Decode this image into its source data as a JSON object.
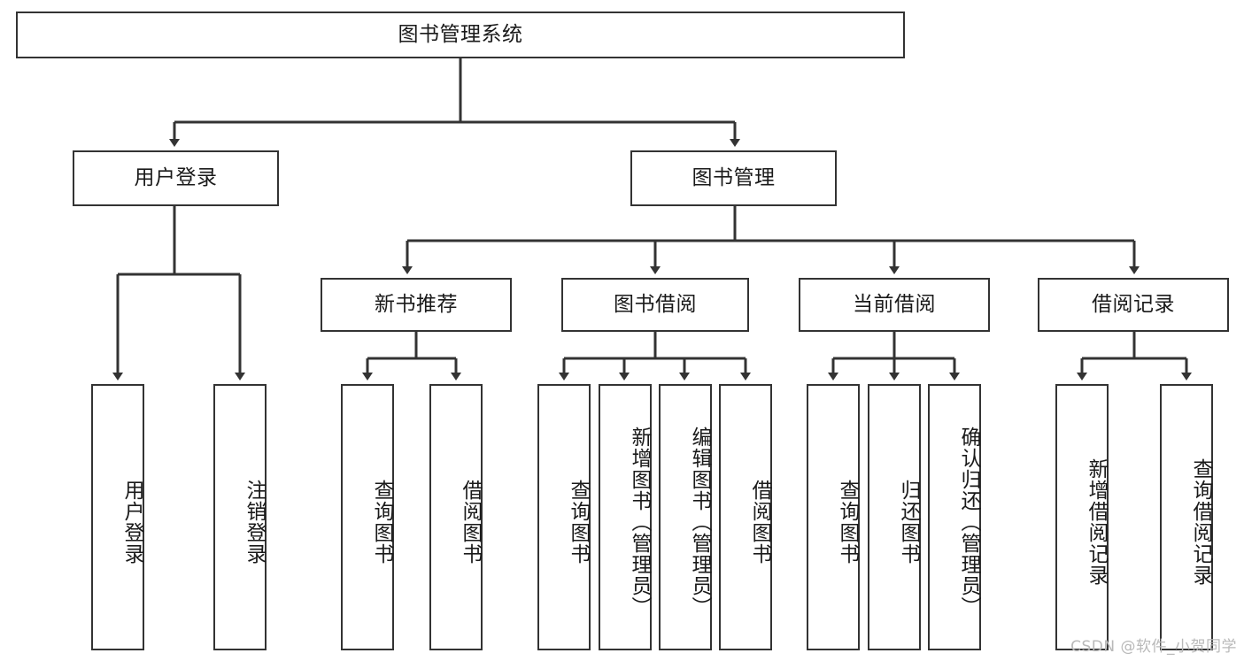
{
  "diagram": {
    "type": "tree",
    "title": "图书管理系统",
    "watermark": "CSDN @软件_小贺同学",
    "colors": {
      "background": "#ffffff",
      "node_border": "#333333",
      "node_fill": "#ffffff",
      "edge": "#333333",
      "text": "#1a1a1a",
      "watermark": "#b9b9b9"
    },
    "root": {
      "id": "root",
      "label": "图书管理系统",
      "orientation": "horizontal"
    },
    "level2": [
      {
        "id": "user-login",
        "label": "用户登录",
        "orientation": "horizontal"
      },
      {
        "id": "book-management",
        "label": "图书管理",
        "orientation": "horizontal"
      }
    ],
    "level3": [
      {
        "id": "new-book-recommend",
        "label": "新书推荐",
        "orientation": "horizontal",
        "parent": "book-management"
      },
      {
        "id": "book-borrow",
        "label": "图书借阅",
        "orientation": "horizontal",
        "parent": "book-management"
      },
      {
        "id": "current-borrow",
        "label": "当前借阅",
        "orientation": "horizontal",
        "parent": "book-management"
      },
      {
        "id": "borrow-record",
        "label": "借阅记录",
        "orientation": "horizontal",
        "parent": "book-management"
      }
    ],
    "leaves": [
      {
        "id": "leaf-user-login",
        "label": "用户登录",
        "orientation": "vertical",
        "parent": "user-login"
      },
      {
        "id": "leaf-logout",
        "label": "注销登录",
        "orientation": "vertical",
        "parent": "user-login"
      },
      {
        "id": "leaf-query-book-1",
        "label": "查询图书",
        "orientation": "vertical",
        "parent": "new-book-recommend"
      },
      {
        "id": "leaf-borrow-book-1",
        "label": "借阅图书",
        "orientation": "vertical",
        "parent": "new-book-recommend"
      },
      {
        "id": "leaf-query-book-2",
        "label": "查询图书",
        "orientation": "vertical",
        "parent": "book-borrow"
      },
      {
        "id": "leaf-add-book",
        "label": "新增图书（管理员）",
        "orientation": "vertical",
        "parent": "book-borrow"
      },
      {
        "id": "leaf-edit-book",
        "label": "编辑图书（管理员）",
        "orientation": "vertical",
        "parent": "book-borrow"
      },
      {
        "id": "leaf-borrow-book-2",
        "label": "借阅图书",
        "orientation": "vertical",
        "parent": "book-borrow"
      },
      {
        "id": "leaf-query-book-3",
        "label": "查询图书",
        "orientation": "vertical",
        "parent": "current-borrow"
      },
      {
        "id": "leaf-return-book",
        "label": "归还图书",
        "orientation": "vertical",
        "parent": "current-borrow"
      },
      {
        "id": "leaf-confirm-return",
        "label": "确认归还（管理员）",
        "orientation": "vertical",
        "parent": "current-borrow"
      },
      {
        "id": "leaf-add-record",
        "label": "新增借阅记录",
        "orientation": "vertical",
        "parent": "borrow-record"
      },
      {
        "id": "leaf-query-record",
        "label": "查询借阅记录",
        "orientation": "vertical",
        "parent": "borrow-record"
      }
    ]
  }
}
